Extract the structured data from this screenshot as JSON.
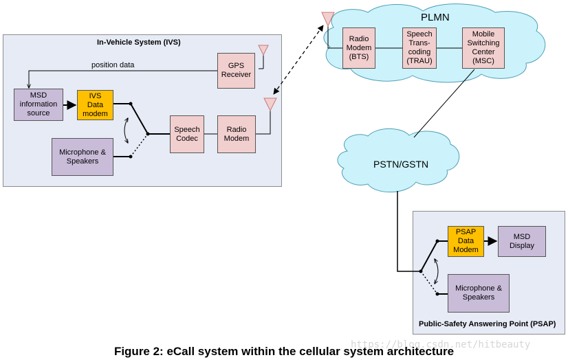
{
  "ivs": {
    "title": "In-Vehicle System (IVS)",
    "position_data_label": "position data",
    "gps_receiver": "GPS\nReceiver",
    "msd_source": "MSD\ninformation\nsource",
    "data_modem": "IVS\nData\nmodem",
    "speech_codec": "Speech\nCodec",
    "radio_modem": "Radio\nModem",
    "mic_speakers": "Microphone &\nSpeakers"
  },
  "plmn": {
    "label": "PLMN",
    "bts": "Radio\nModem\n(BTS)",
    "trau": "Speech\nTrans-\ncoding\n(TRAU)",
    "msc": "Mobile\nSwitching\nCenter\n(MSC)"
  },
  "pstn": {
    "label": "PSTN/GSTN"
  },
  "psap": {
    "title": "Public-Safety Answering Point (PSAP)",
    "data_modem": "PSAP\nData\nModem",
    "msd_display": "MSD\nDisplay",
    "mic_speakers": "Microphone &\nSpeakers"
  },
  "caption": "Figure 2: eCall system within the cellular system architecture",
  "watermark": "https://blog.csdn.net/hitbeauty",
  "colors": {
    "panel_bg": "#e6ebf5",
    "pink_box": "#f2cfcf",
    "purple_box": "#c9bcd9",
    "yellow_box": "#ffc000",
    "cloud": "#ccf2fb"
  }
}
